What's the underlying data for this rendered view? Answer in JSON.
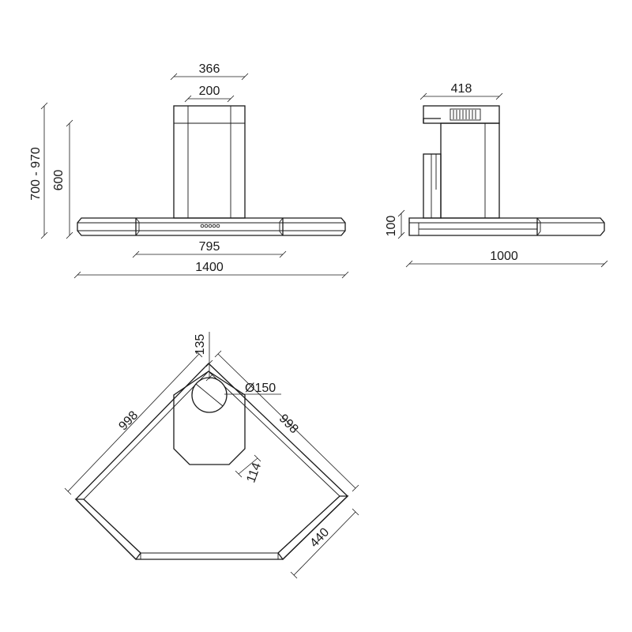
{
  "front_view": {
    "dims": {
      "w_top": "366",
      "w_chimney": "200",
      "h_total": "700 - 970",
      "h_chimney": "600",
      "w_panel": "795",
      "w_total": "1400"
    }
  },
  "side_view": {
    "dims": {
      "depth_top": "418",
      "canopy_h": "100",
      "depth_total": "1000"
    }
  },
  "plan_view": {
    "dims": {
      "offset": "135",
      "duct_diameter": "Ø150",
      "side_left": "998",
      "side_right": "998",
      "filter_edge": "114",
      "front_depth": "440"
    }
  }
}
